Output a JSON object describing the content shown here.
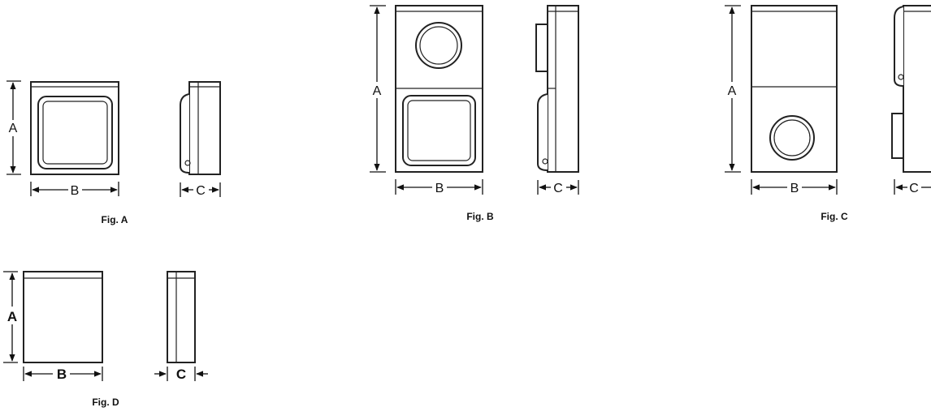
{
  "figures": [
    {
      "caption": "Fig. A",
      "dim_a": "A",
      "dim_b": "B",
      "dim_c": "C"
    },
    {
      "caption": "Fig. B",
      "dim_a": "A",
      "dim_b": "B",
      "dim_c": "C"
    },
    {
      "caption": "Fig. C",
      "dim_a": "A",
      "dim_b": "B",
      "dim_c": "C"
    },
    {
      "caption": "Fig. D",
      "dim_a": "A",
      "dim_b": "B",
      "dim_c": "C"
    }
  ]
}
